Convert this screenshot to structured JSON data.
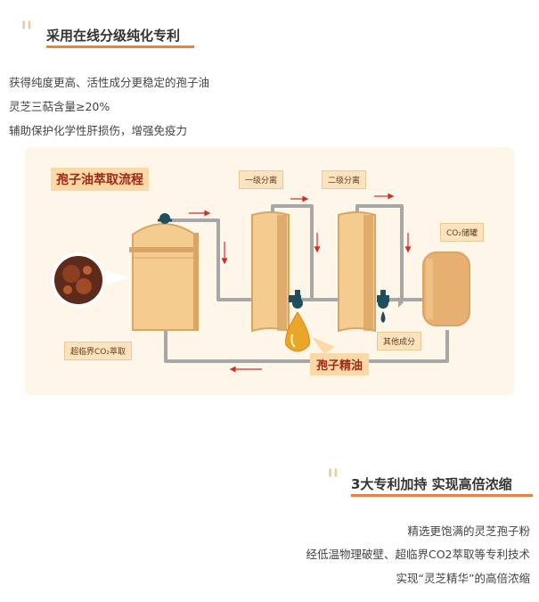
{
  "section1": {
    "title": "采用在线分级纯化专利",
    "lines": [
      "获得纯度更高、活性成分更稳定的孢子油",
      "灵芝三萜含量≥20%",
      "辅助保护化学性肝损伤，增强免疫力"
    ]
  },
  "diagram": {
    "title": "孢子油萃取流程",
    "stage1": "一级分离",
    "stage2": "二级分离",
    "storage": "CO₂储罐",
    "extraction": "超临界CO₂萃取",
    "other": "其他成分",
    "product": "孢子精油"
  },
  "section2": {
    "title": "3大专利加持  实现高倍浓缩",
    "lines": [
      "精选更饱满的灵芝孢子粉",
      "经低温物理破壁、超临界CO2萃取等专利技术",
      "实现“灵芝精华”的高倍浓缩"
    ]
  },
  "colors": {
    "accent": "#e8823f",
    "pipe": "#a7a7a7",
    "tank": "#f5cc8f",
    "tank_dark": "#d9a465",
    "arrow": "#d62b2b"
  }
}
